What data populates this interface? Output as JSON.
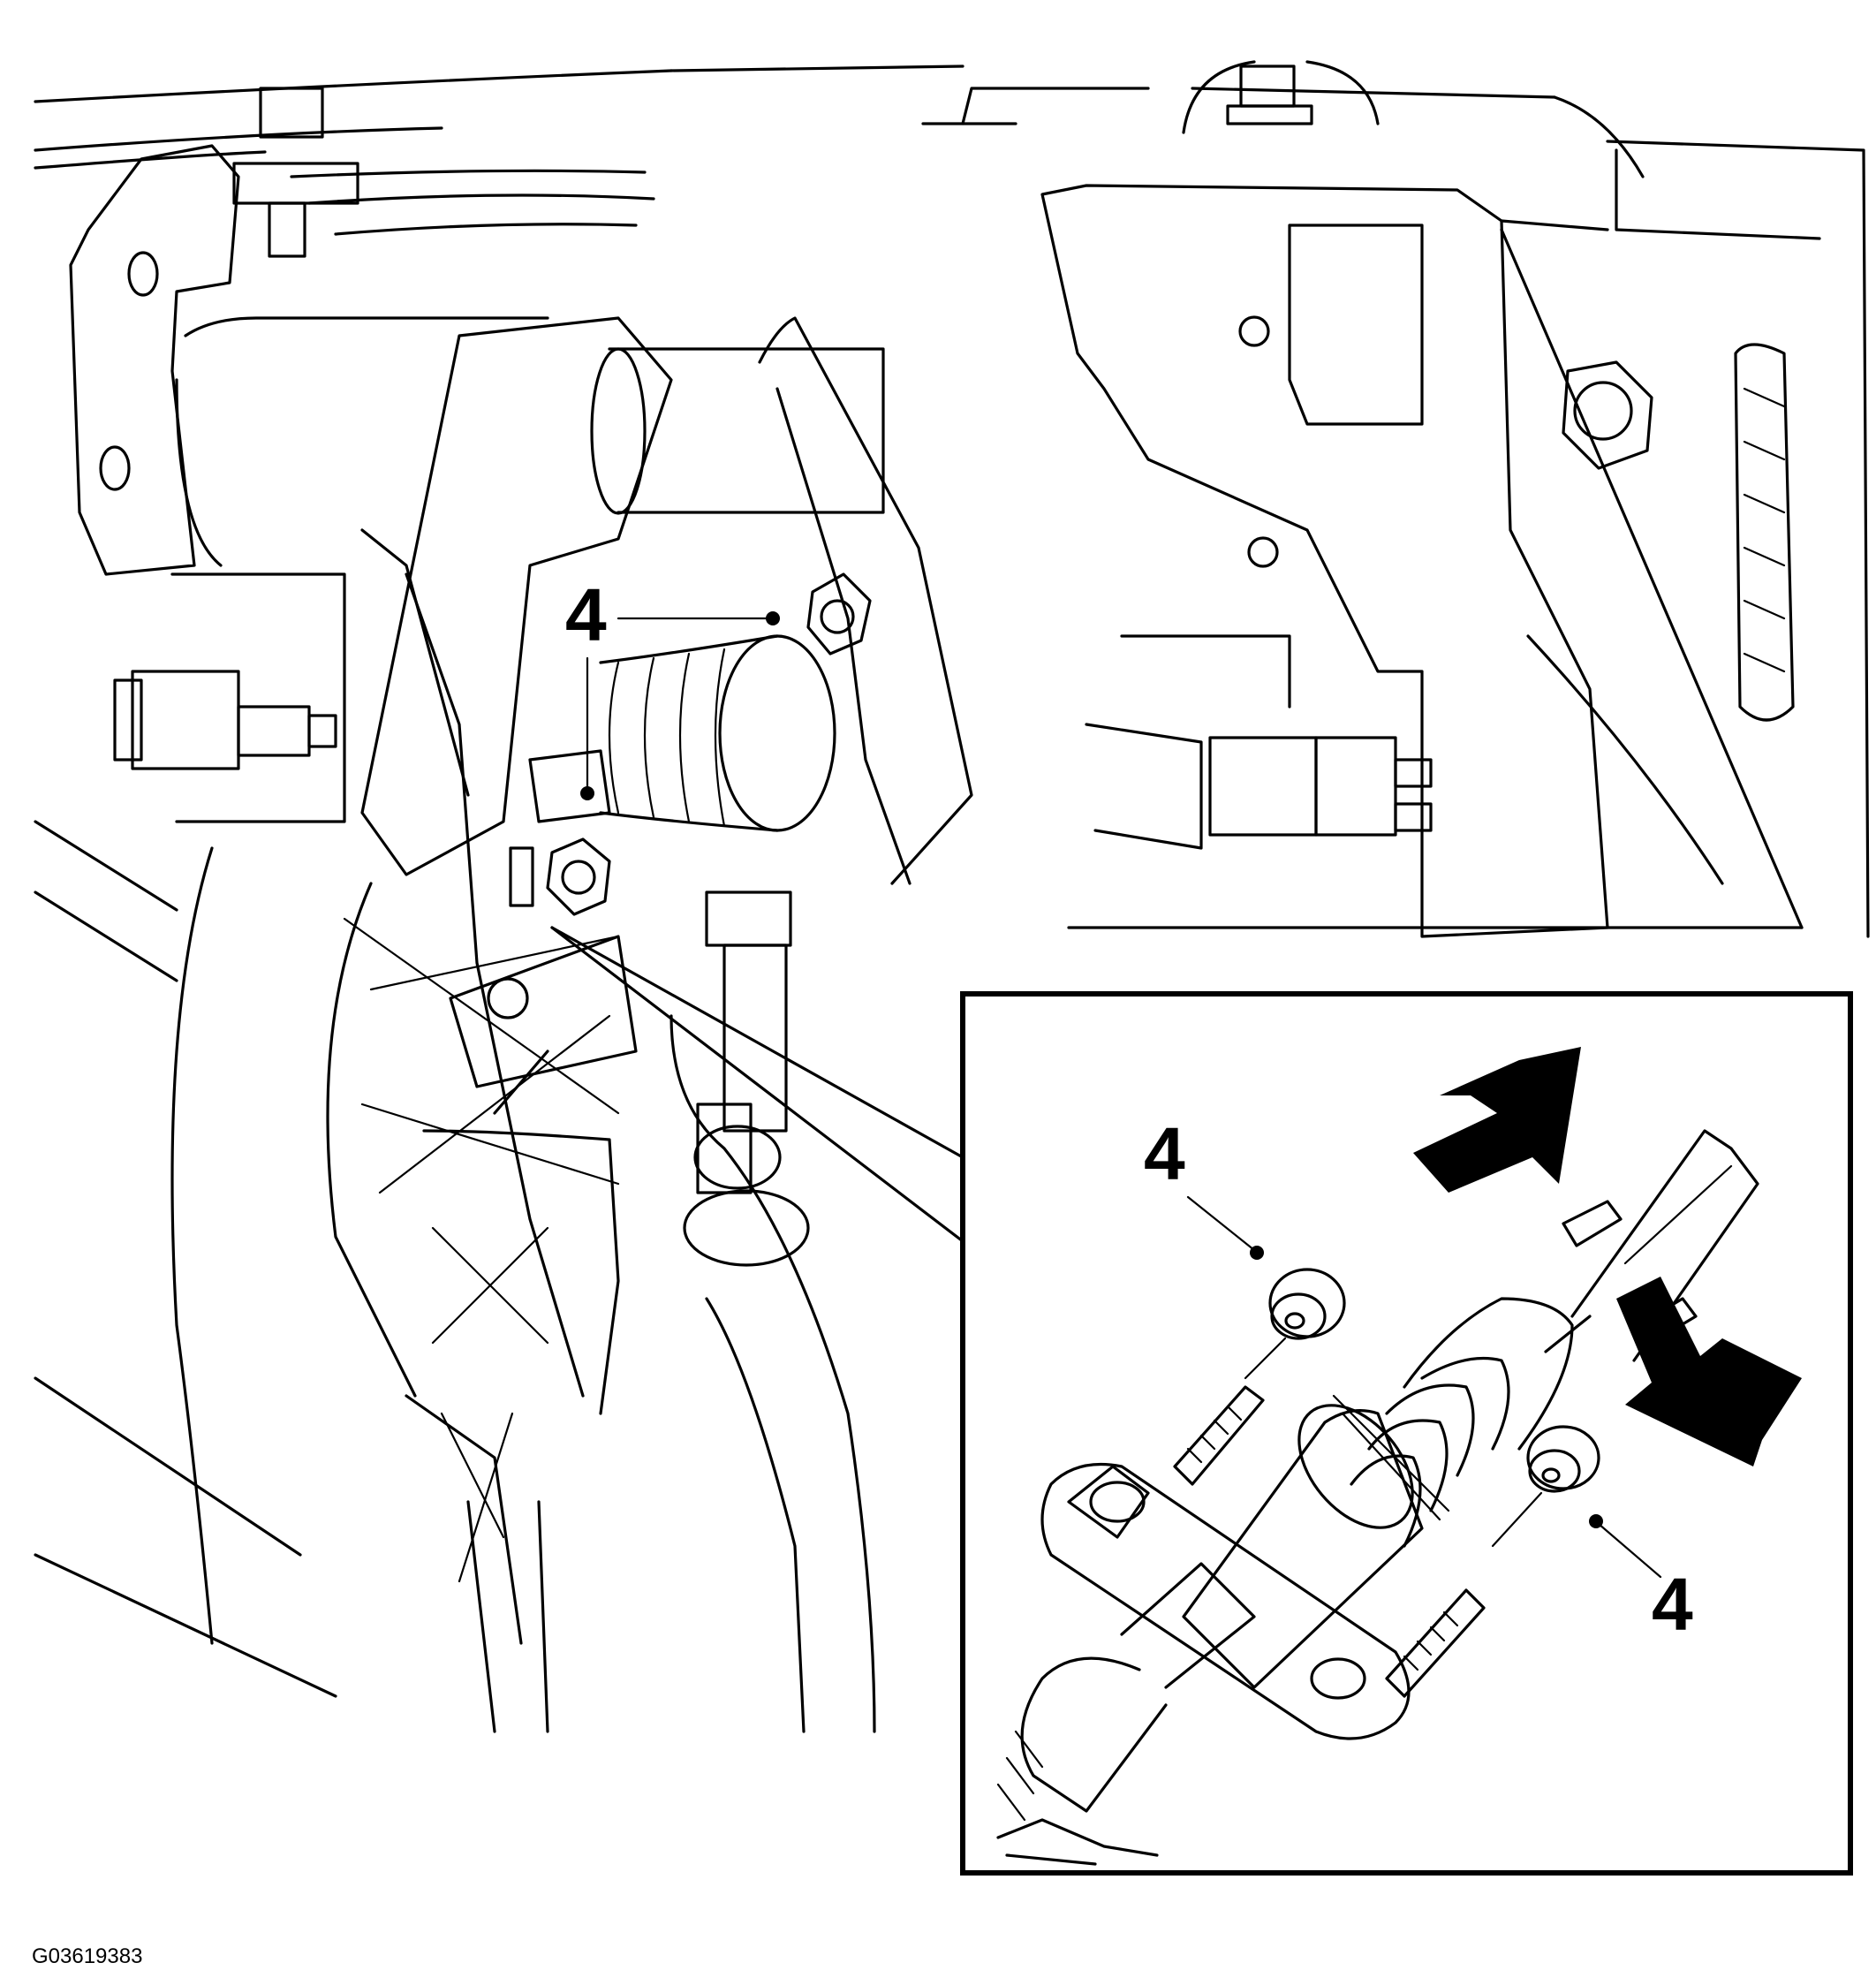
{
  "figure": {
    "id": "G03619383",
    "background": "#ffffff",
    "ink": "#000000"
  },
  "callouts": [
    {
      "label": "4"
    },
    {
      "label": "4"
    },
    {
      "label": "4"
    }
  ]
}
